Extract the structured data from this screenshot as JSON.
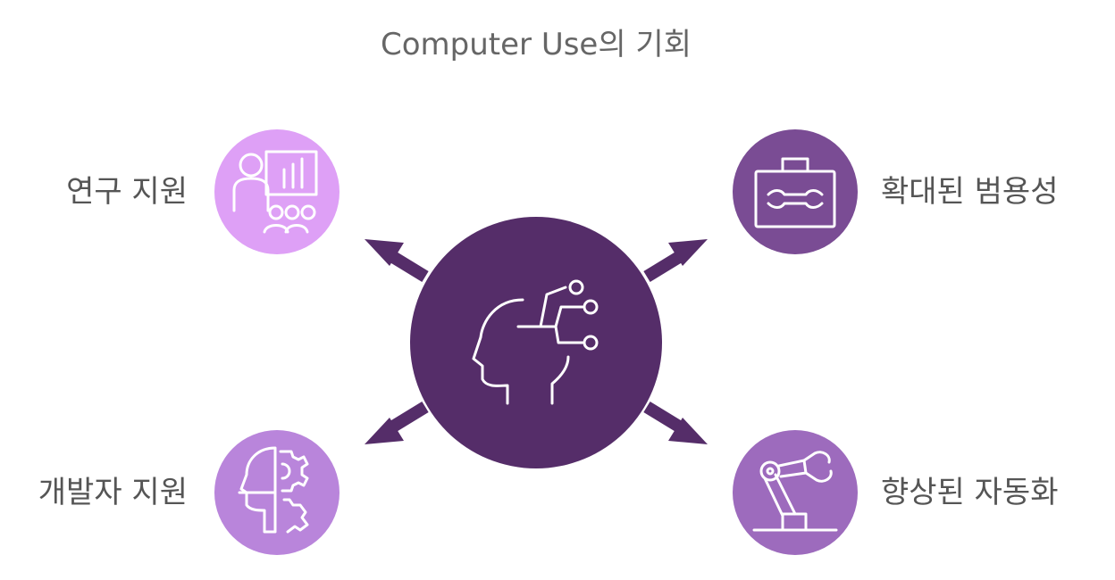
{
  "title": "Computer Use의 기회",
  "center": {
    "icon": "ai-brain-icon",
    "color": "#552d69"
  },
  "opportunities": [
    {
      "label": "연구 지원",
      "icon": "presentation-chart-icon",
      "color": "#dea0f6"
    },
    {
      "label": "확대된 범용성",
      "icon": "toolbox-wrench-icon",
      "color": "#7a4c94"
    },
    {
      "label": "개발자 지원",
      "icon": "head-gear-icon",
      "color": "#b985db"
    },
    {
      "label": "향상된 자동화",
      "icon": "robotic-arm-icon",
      "color": "#9d6bbd"
    }
  ],
  "colors": {
    "arrow": "#552d69",
    "text": "#555555",
    "icon_stroke": "#ffffff"
  }
}
